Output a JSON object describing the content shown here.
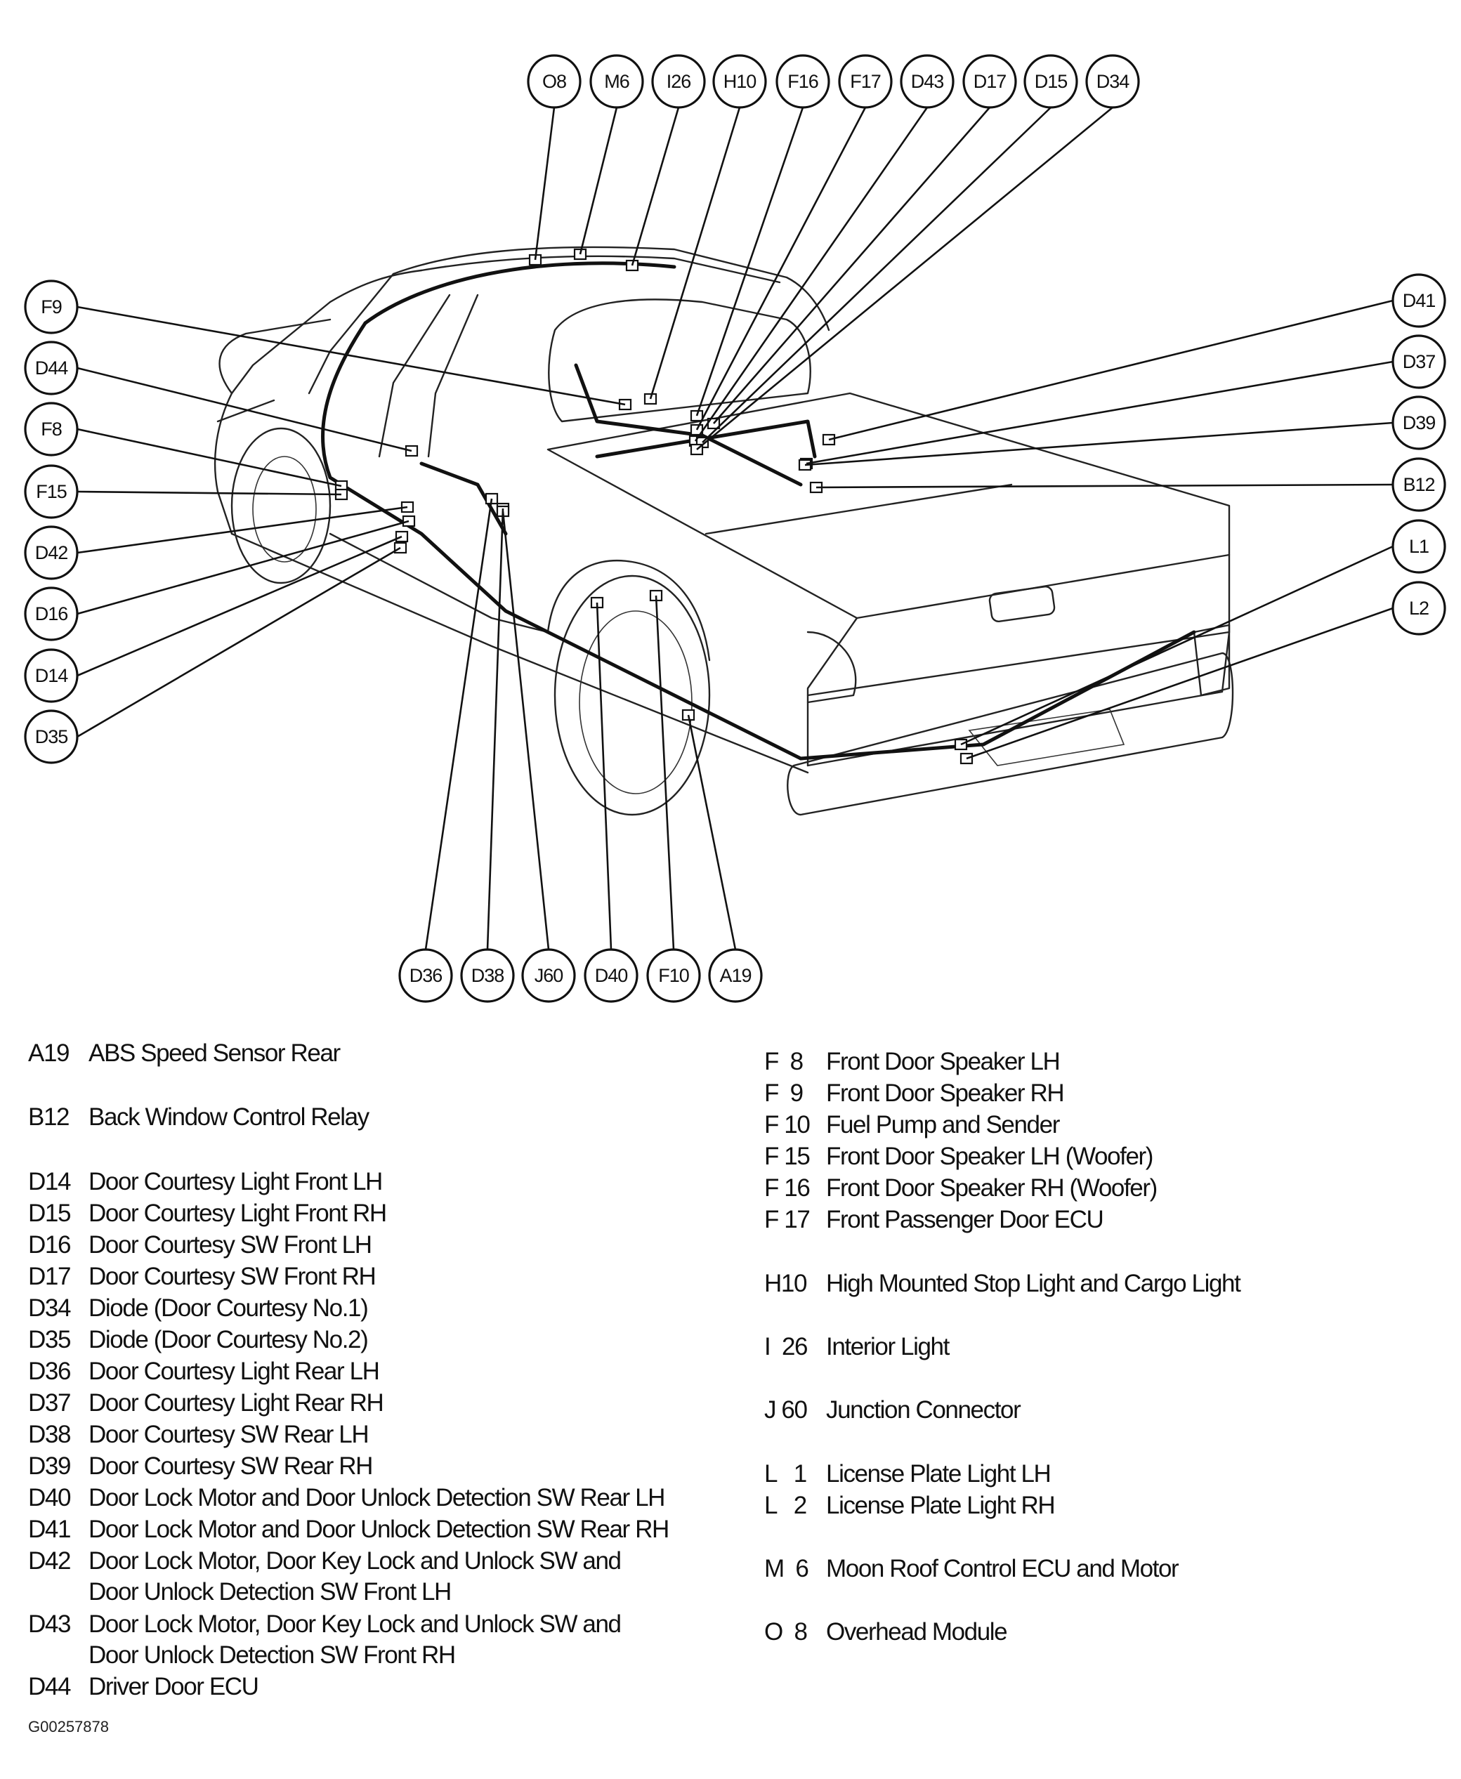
{
  "callouts": {
    "top": [
      "O8",
      "M6",
      "I26",
      "H10",
      "F16",
      "F17",
      "D43",
      "D17",
      "D15",
      "D34"
    ],
    "left": [
      "F9",
      "D44",
      "F8",
      "F15",
      "D42",
      "D16",
      "D14",
      "D35"
    ],
    "right": [
      "D41",
      "D37",
      "D39",
      "B12",
      "L1",
      "L2"
    ],
    "bottom": [
      "D36",
      "D38",
      "J60",
      "D40",
      "F10",
      "A19"
    ]
  },
  "legend_left": [
    {
      "code": "A19",
      "desc": "ABS Speed Sensor Rear"
    },
    {
      "code": "B12",
      "desc": "Back Window Control Relay"
    },
    {
      "code": "D14",
      "desc": "Door Courtesy Light Front LH"
    },
    {
      "code": "D15",
      "desc": "Door Courtesy Light Front RH"
    },
    {
      "code": "D16",
      "desc": "Door Courtesy SW Front LH"
    },
    {
      "code": "D17",
      "desc": "Door Courtesy SW Front RH"
    },
    {
      "code": "D34",
      "desc": "Diode (Door Courtesy No.1)"
    },
    {
      "code": "D35",
      "desc": "Diode (Door Courtesy No.2)"
    },
    {
      "code": "D36",
      "desc": "Door Courtesy Light Rear LH"
    },
    {
      "code": "D37",
      "desc": "Door Courtesy Light Rear RH"
    },
    {
      "code": "D38",
      "desc": "Door Courtesy SW Rear LH"
    },
    {
      "code": "D39",
      "desc": "Door Courtesy SW Rear RH"
    },
    {
      "code": "D40",
      "desc": "Door Lock Motor and Door Unlock Detection SW Rear LH"
    },
    {
      "code": "D41",
      "desc": "Door Lock Motor and Door Unlock Detection SW Rear RH"
    },
    {
      "code": "D42",
      "desc": "Door Lock Motor, Door Key Lock and Unlock SW and",
      "desc2": "Door Unlock Detection SW Front LH"
    },
    {
      "code": "D43",
      "desc": "Door Lock Motor, Door Key Lock and Unlock SW and",
      "desc2": "Door Unlock Detection SW Front RH"
    },
    {
      "code": "D44",
      "desc": "Driver Door ECU"
    }
  ],
  "legend_right": [
    {
      "code": "F  8",
      "desc": "Front Door Speaker LH"
    },
    {
      "code": "F  9",
      "desc": "Front Door Speaker RH"
    },
    {
      "code": "F 10",
      "desc": "Fuel Pump and Sender"
    },
    {
      "code": "F 15",
      "desc": "Front Door Speaker LH (Woofer)"
    },
    {
      "code": "F 16",
      "desc": "Front Door Speaker RH (Woofer)"
    },
    {
      "code": "F 17",
      "desc": "Front Passenger Door ECU"
    },
    {
      "code": "H10",
      "desc": "High Mounted Stop Light and Cargo Light"
    },
    {
      "code": "I  26",
      "desc": "Interior Light"
    },
    {
      "code": "J 60",
      "desc": "Junction Connector"
    },
    {
      "code": "L   1",
      "desc": "License Plate Light LH"
    },
    {
      "code": "L   2",
      "desc": "License Plate Light RH"
    },
    {
      "code": "M  6",
      "desc": "Moon Roof Control ECU and Motor"
    },
    {
      "code": "O  8",
      "desc": "Overhead Module"
    }
  ],
  "figure_id": "G00257878"
}
